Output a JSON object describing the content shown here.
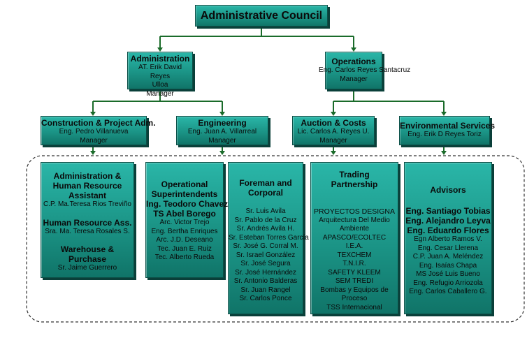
{
  "top": {
    "title": "Administrative Council"
  },
  "level1": [
    {
      "title": "Administration",
      "lines": [
        "AT. Erik David Reyes",
        "Ulloa",
        "Manager"
      ]
    },
    {
      "title": "Operations",
      "lines": [
        "Eng. Carlos Reyes Santacruz",
        "Manager"
      ]
    }
  ],
  "level2": [
    {
      "title": "Construction & Project Adm.",
      "lines": [
        "Eng. Pedro Villanueva",
        "Manager"
      ]
    },
    {
      "title": "Engineering",
      "lines": [
        "Eng. Juan A. Villarreal Manager"
      ]
    },
    {
      "title": "Auction & Costs",
      "lines": [
        "Lic. Carlos A. Reyes U.",
        "Manager"
      ]
    },
    {
      "title": "Environmental Services",
      "lines": [
        "Eng. Erik D Reyes Toriz"
      ]
    }
  ],
  "bottom": {
    "admin": {
      "title1": "Administration &",
      "title2": "Human Resource",
      "title3": "Assistant",
      "person1": "C.P. Ma.Teresa Rios Treviño",
      "hr_title": "Human Resource Ass.",
      "person2": "Sra. Ma. Teresa Rosales S.",
      "wh_title": "Warehouse & Purchase",
      "person3": "Sr. Jaime Guerrero"
    },
    "ops": {
      "title1": "Operational",
      "title2": "Superintendents",
      "lead1": "Ing. Teodoro Chavez",
      "lead2": "TS Abel Borego",
      "staff": [
        "Arc. Victor Trejo",
        "Eng. Bertha Enriques",
        "Arc. J.D. Deseano",
        "Tec. Juan E. Ruiz",
        "Tec. Alberto Rueda"
      ]
    },
    "foreman": {
      "title1": "Foreman and",
      "title2": "Corporal",
      "staff": [
        "Sr. Luis Avila",
        "Sr. Pablo de la Cruz",
        "Sr. Andrés Avila H.",
        "Sr. Esteban Torres García",
        "Sr. José G. Corral M.",
        "Sr. Israel González",
        "Sr. José Segura",
        "Sr. José Hernández",
        "Sr. Antonio Balderas",
        "Sr. Juan Rangel",
        "Sr. Carlos Ponce"
      ]
    },
    "trading": {
      "title1": "Trading",
      "title2": "Partnership",
      "partners": [
        "PROYECTOS DESIGNA",
        "Arquitectura Del Medio",
        "Ambiente",
        "APASCO/ECOLTEC",
        "I.E.A.",
        "TEXCHEM",
        "T.N.I.R.",
        "SAFETY KLEEM",
        "SEM TREDI",
        "Bombas  y Equipos de",
        "Proceso",
        "TSS Internacional"
      ]
    },
    "advisors": {
      "title": "Advisors",
      "leads": [
        "Eng. Santiago Tobias",
        "Eng. Alejandro Leyva",
        "Eng. Eduardo Flores"
      ],
      "staff": [
        "Egn Alberto Ramos V.",
        "Eng. Cesar Llerena",
        "C.P. Juan A. Meléndez",
        "Eng. Isaías Chapa",
        "MS José Luis Bueno",
        "Eng. Refugio Arriozola",
        "Eng. Carlos Caballero G."
      ]
    }
  }
}
